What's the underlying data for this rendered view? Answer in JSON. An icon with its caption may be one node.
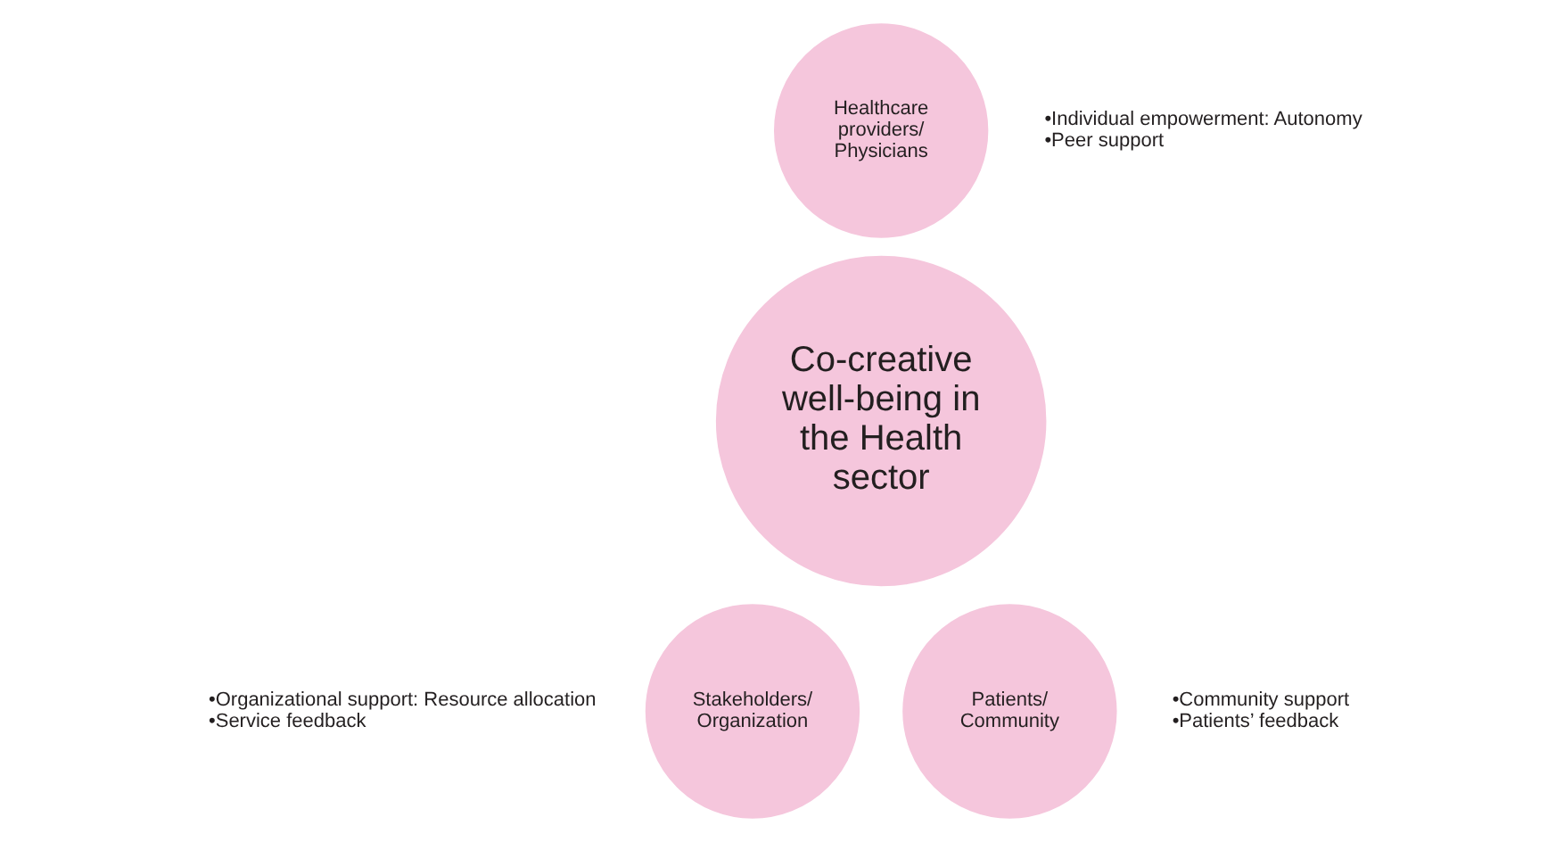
{
  "diagram": {
    "nodes": [
      {
        "text": [
          "Co-creative well-being in the Health sector"
        ]
      },
      {
        "text": [
          "Healthcare providers/ Physicians"
        ],
        "beside": [
          "•Individual empowerment: Autonomy",
          "•Peer support"
        ]
      },
      {
        "text": [
          "Stakeholders/ Organization"
        ],
        "beside": [
          "•Organizational support: Resource allocation",
          "•Service feedback"
        ]
      },
      {
        "text": [
          "Patients/ Community"
        ],
        "beside": [
          "•Community support",
          "•Patients’ feedback"
        ]
      }
    ]
  }
}
